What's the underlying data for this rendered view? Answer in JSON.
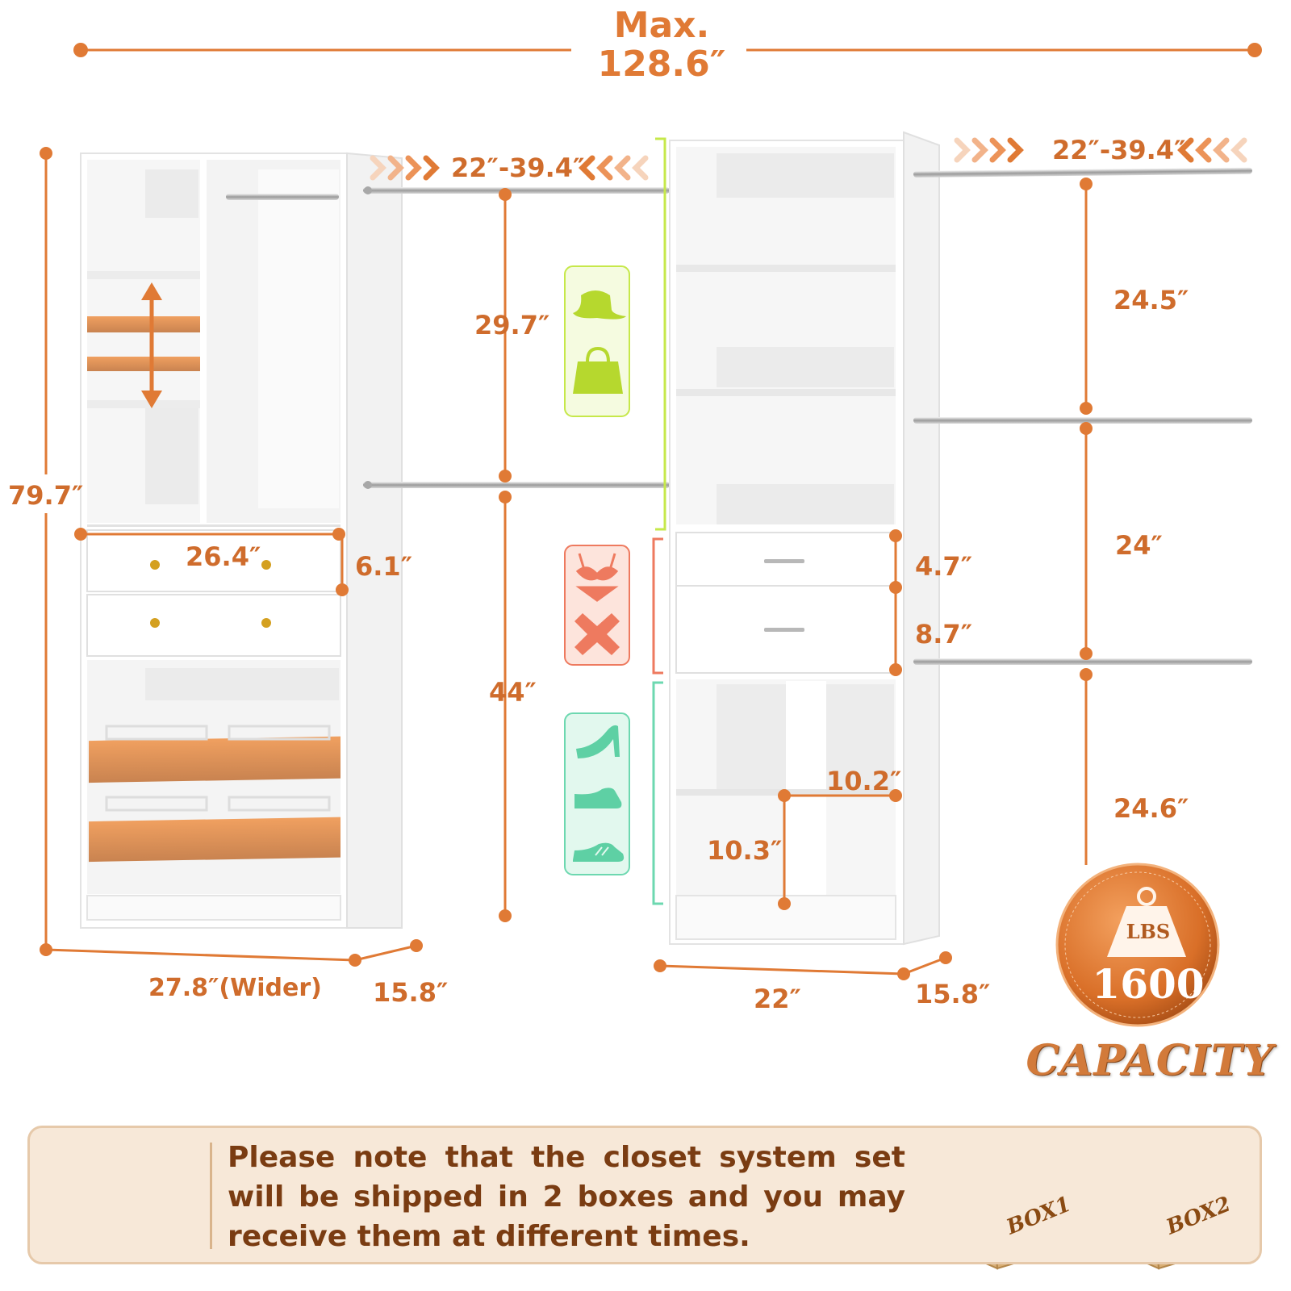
{
  "total_width": {
    "label_top": "Max.",
    "label_bottom": "128.6″"
  },
  "left_unit": {
    "height": "79.7″",
    "width": "27.8″(Wider)",
    "depth": "15.8″",
    "drawer_width": "26.4″",
    "drawer_height": "6.1″",
    "rod_extend": "22″-39.4″",
    "upper_rod_gap": "29.7″",
    "lower_rod_gap": "44″"
  },
  "right_unit": {
    "width": "22″",
    "depth": "15.8″",
    "drawer_top": "4.7″",
    "drawer_bottom": "8.7″",
    "cube_width": "10.2″",
    "cube_height": "10.3″",
    "rod_extend": "22″-39.4″",
    "rod_gap_1": "24.5″",
    "rod_gap_2": "24″",
    "rod_gap_3": "24.6″"
  },
  "capacity": {
    "unit": "LBS",
    "value": "1600",
    "label": "CAPACITY"
  },
  "note": {
    "text": "Please note that the closet system set will be shipped in 2 boxes and you may receive them at different times."
  },
  "boxes": [
    "BOX1",
    "BOX2"
  ],
  "icons": {
    "upper": [
      "hat-icon",
      "handbag-icon"
    ],
    "middle": [
      "bikini-icon",
      "scarf-icon"
    ],
    "lower": [
      "high-heel-icon",
      "dress-shoe-icon",
      "sneaker-icon"
    ],
    "warning": "warning-icon"
  },
  "colors": {
    "accent": "#e07a35",
    "label": "#cf6c2c",
    "green": "#c6e84a",
    "red": "#ee7a5f",
    "teal": "#6dd8b0"
  }
}
